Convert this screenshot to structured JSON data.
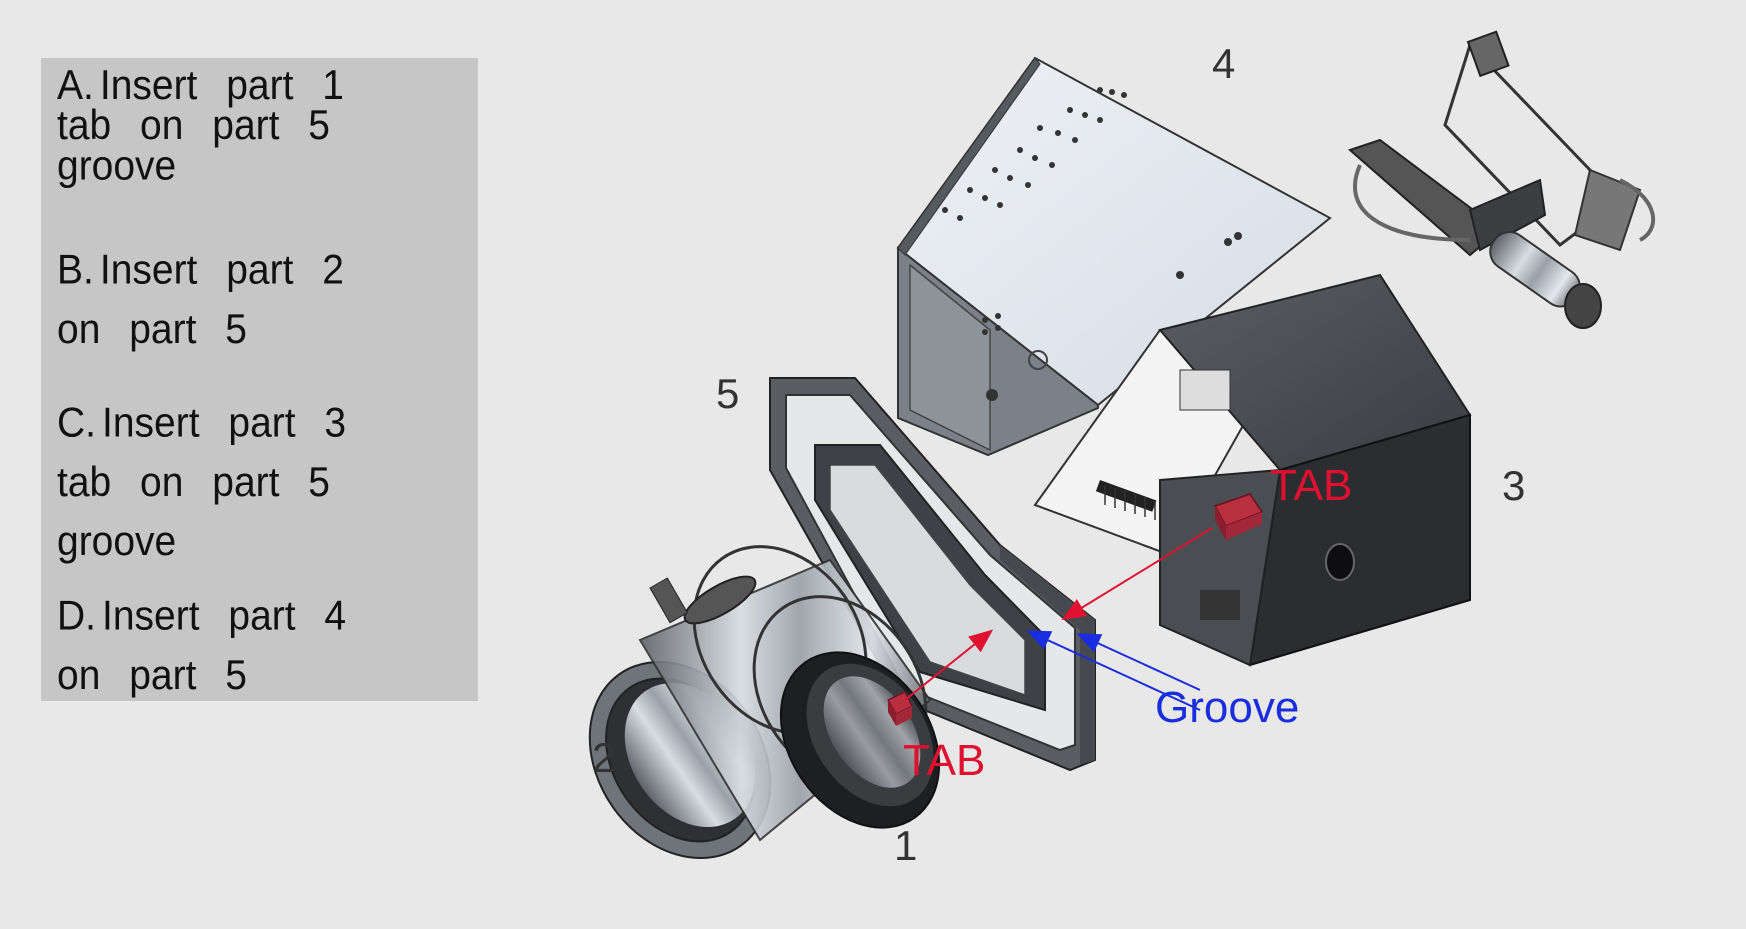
{
  "instructions": {
    "steps": [
      {
        "letter": "A.",
        "lines": [
          "Insert part 1",
          "tab on part 5",
          "groove"
        ]
      },
      {
        "letter": "B.",
        "lines": [
          "Insert part 2",
          "on part 5"
        ]
      },
      {
        "letter": "C.",
        "lines": [
          "Insert part 3",
          "tab on part 5",
          "groove"
        ]
      },
      {
        "letter": "D.",
        "lines": [
          "Insert part 4",
          "on part 5"
        ]
      }
    ]
  },
  "diagram": {
    "part_numbers": [
      "1",
      "2",
      "3",
      "4",
      "5"
    ],
    "tab_label": "TAB",
    "groove_label": "Groove",
    "colors": {
      "tab": "#e01030",
      "groove": "#1a2ee0",
      "tab_block": "#b83040"
    }
  }
}
